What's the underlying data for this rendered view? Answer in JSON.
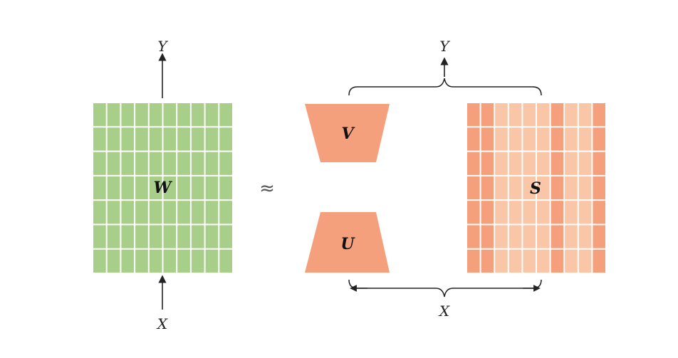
{
  "labels": {
    "y_left": "Y",
    "x_left": "X",
    "w": "W",
    "approx": "≈",
    "v": "V",
    "u": "U",
    "s": "S",
    "y_right": "Y",
    "x_right": "X"
  },
  "grid_w": {
    "cols": 10,
    "rows": 7
  },
  "grid_s": {
    "cols": 10,
    "rows": 7,
    "column_shades": [
      "dark",
      "dark",
      "light",
      "light",
      "light",
      "light",
      "dark",
      "light",
      "light",
      "dark"
    ]
  },
  "colors": {
    "w_fill": "#a8cf8a",
    "s_dark": "#f4a07c",
    "s_light": "#f9c6a8",
    "trapezoid": "#f4a07c",
    "line": "#222222"
  }
}
